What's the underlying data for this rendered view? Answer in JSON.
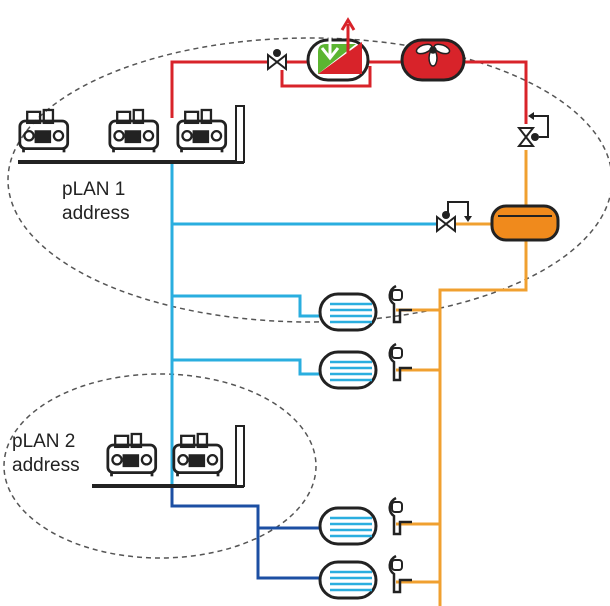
{
  "labels": {
    "plan1_line1": "pLAN 1",
    "plan1_line2": "address",
    "plan2_line1": "pLAN 2",
    "plan2_line2": "address"
  },
  "colors": {
    "liquid_line": "#2aaedf",
    "liquid_line_dark": "#1c4fa3",
    "discharge_line": "#d8232a",
    "suction_line": "#f0a030",
    "receiver": "#f08a1c",
    "condenser": "#d8232a",
    "heat_recovery": "#5cb531",
    "ellipse_dash": "#555555"
  },
  "icons": [
    "compressor-rack-icon",
    "expansion-valve-icon",
    "fan-icon",
    "evaporator-coil-icon",
    "thermostatic-valve-icon",
    "receiver-tank-icon"
  ]
}
